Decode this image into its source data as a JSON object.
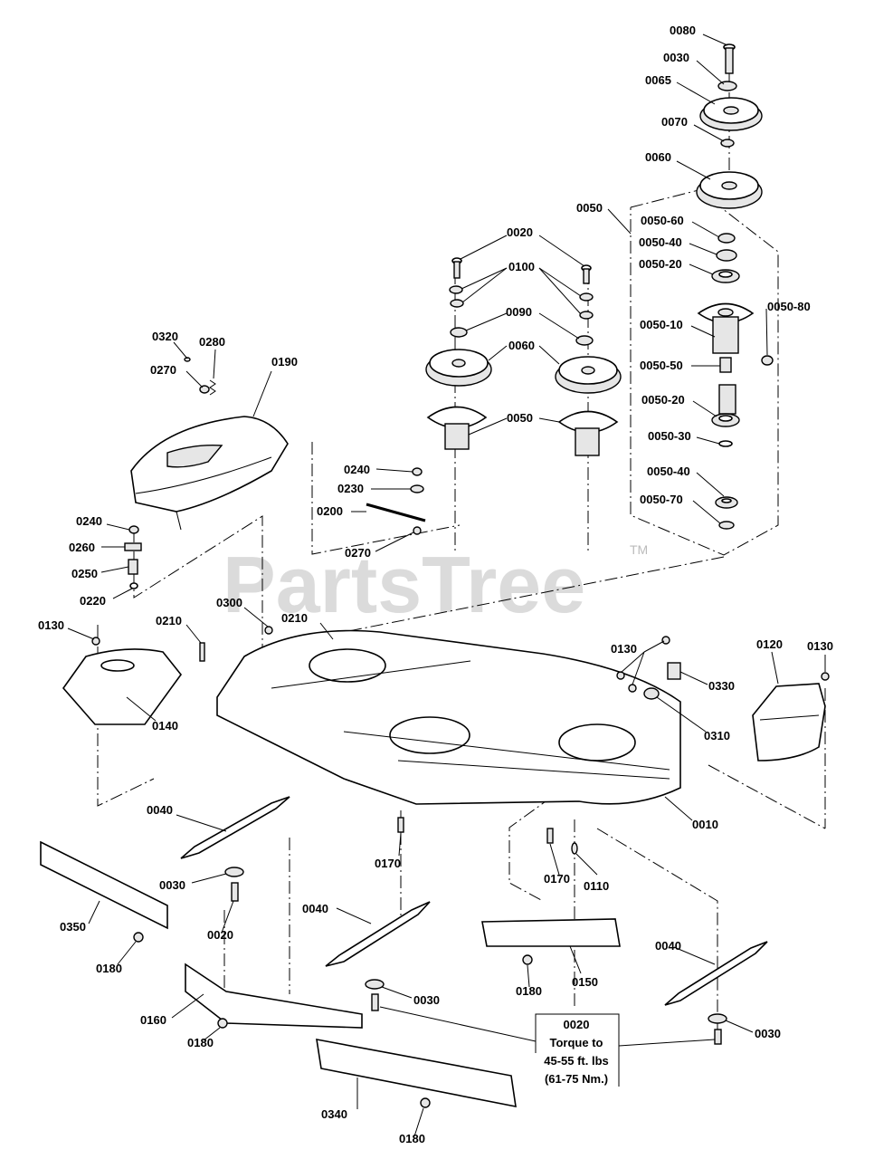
{
  "watermark": {
    "text": "PartsTree",
    "trademark": "TM"
  },
  "note": {
    "part": "0020",
    "lines": [
      "Torque to",
      "45-55 ft. lbs",
      "(61-75 Nm.)"
    ]
  },
  "labels": [
    {
      "id": "l0080",
      "text": "0080"
    },
    {
      "id": "l0030a",
      "text": "0030"
    },
    {
      "id": "l0065",
      "text": "0065"
    },
    {
      "id": "l0070",
      "text": "0070"
    },
    {
      "id": "l0060a",
      "text": "0060"
    },
    {
      "id": "l0050a",
      "text": "0050"
    },
    {
      "id": "l0050_60",
      "text": "0050-60"
    },
    {
      "id": "l0050_40a",
      "text": "0050-40"
    },
    {
      "id": "l0050_20a",
      "text": "0050-20"
    },
    {
      "id": "l0050_80",
      "text": "0050-80"
    },
    {
      "id": "l0050_10",
      "text": "0050-10"
    },
    {
      "id": "l0050_50",
      "text": "0050-50"
    },
    {
      "id": "l0050_20b",
      "text": "0050-20"
    },
    {
      "id": "l0050_30",
      "text": "0050-30"
    },
    {
      "id": "l0050_40b",
      "text": "0050-40"
    },
    {
      "id": "l0050_70",
      "text": "0050-70"
    },
    {
      "id": "l0020a",
      "text": "0020"
    },
    {
      "id": "l0100",
      "text": "0100"
    },
    {
      "id": "l0090",
      "text": "0090"
    },
    {
      "id": "l0060b",
      "text": "0060"
    },
    {
      "id": "l0050b",
      "text": "0050"
    },
    {
      "id": "l0320",
      "text": "0320"
    },
    {
      "id": "l0280",
      "text": "0280"
    },
    {
      "id": "l0270a",
      "text": "0270"
    },
    {
      "id": "l0190",
      "text": "0190"
    },
    {
      "id": "l0240a",
      "text": "0240"
    },
    {
      "id": "l0230",
      "text": "0230"
    },
    {
      "id": "l0200",
      "text": "0200"
    },
    {
      "id": "l0270b",
      "text": "0270"
    },
    {
      "id": "l0240b",
      "text": "0240"
    },
    {
      "id": "l0260",
      "text": "0260"
    },
    {
      "id": "l0250",
      "text": "0250"
    },
    {
      "id": "l0220",
      "text": "0220"
    },
    {
      "id": "l0300",
      "text": "0300"
    },
    {
      "id": "l0210a",
      "text": "0210"
    },
    {
      "id": "l0210b",
      "text": "0210"
    },
    {
      "id": "l0130a",
      "text": "0130"
    },
    {
      "id": "l0140",
      "text": "0140"
    },
    {
      "id": "l0130b",
      "text": "0130"
    },
    {
      "id": "l0330",
      "text": "0330"
    },
    {
      "id": "l0310",
      "text": "0310"
    },
    {
      "id": "l0120",
      "text": "0120"
    },
    {
      "id": "l0130c",
      "text": "0130"
    },
    {
      "id": "l0010",
      "text": "0010"
    },
    {
      "id": "l0040a",
      "text": "0040"
    },
    {
      "id": "l0030b",
      "text": "0030"
    },
    {
      "id": "l0020b",
      "text": "0020"
    },
    {
      "id": "l0170a",
      "text": "0170"
    },
    {
      "id": "l0170b",
      "text": "0170"
    },
    {
      "id": "l0110",
      "text": "0110"
    },
    {
      "id": "l0350",
      "text": "0350"
    },
    {
      "id": "l0180a",
      "text": "0180"
    },
    {
      "id": "l0040b",
      "text": "0040"
    },
    {
      "id": "l0030c",
      "text": "0030"
    },
    {
      "id": "l0180b",
      "text": "0180"
    },
    {
      "id": "l0150",
      "text": "0150"
    },
    {
      "id": "l0040c",
      "text": "0040"
    },
    {
      "id": "l0030d",
      "text": "0030"
    },
    {
      "id": "l0160",
      "text": "0160"
    },
    {
      "id": "l0180c",
      "text": "0180"
    },
    {
      "id": "l0340",
      "text": "0340"
    },
    {
      "id": "l0180d",
      "text": "0180"
    }
  ]
}
